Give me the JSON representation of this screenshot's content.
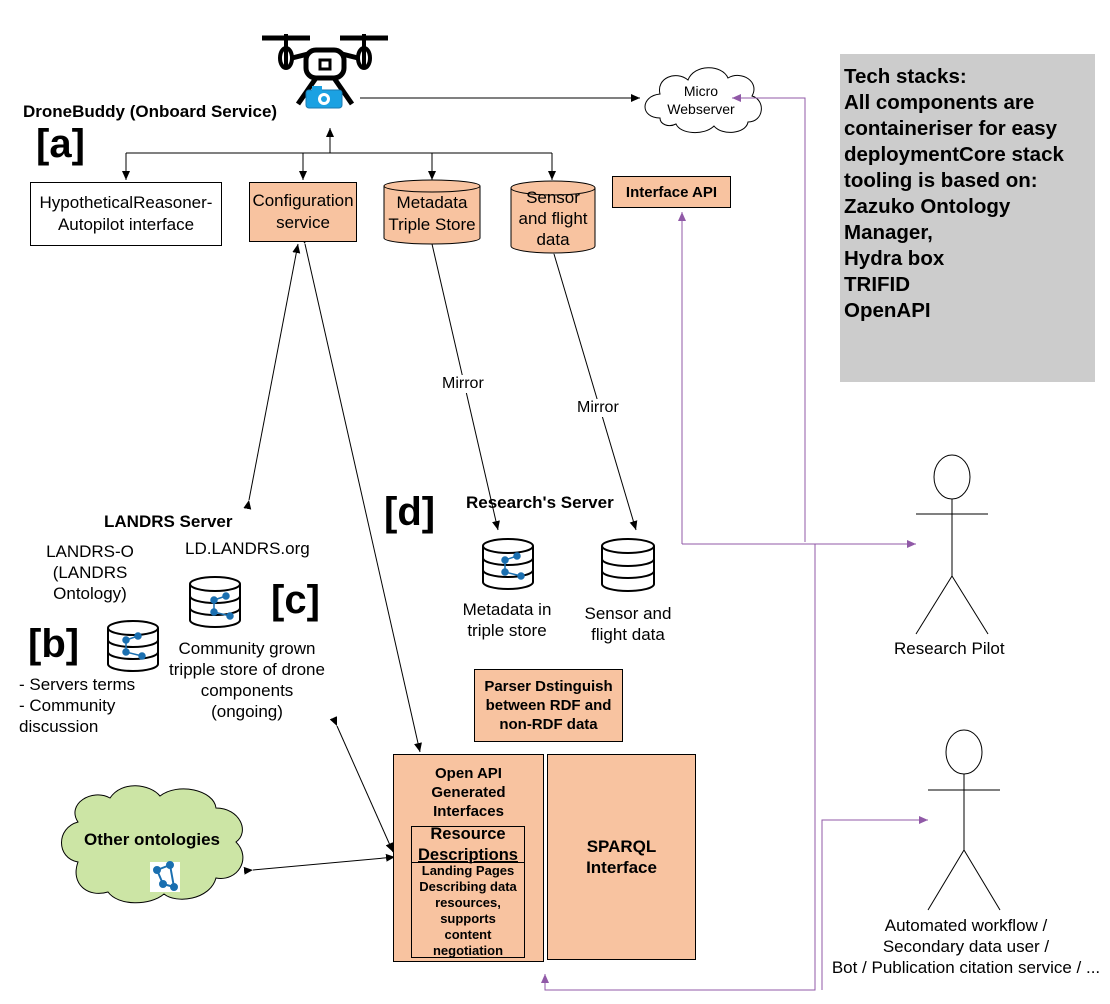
{
  "tech": {
    "lines": [
      "Tech stacks:",
      "All components are",
      "containeriser for easy",
      "deploymentCore stack",
      "tooling is based on:",
      "Zazuko Ontology",
      "Manager,",
      "Hydra box",
      "TRIFID",
      "OpenAPI"
    ]
  },
  "micro_webserver": {
    "lines": [
      "Micro",
      "Webserver"
    ]
  },
  "dronebuddy": {
    "title": "DroneBuddy (Onboard Service)",
    "tag": "[a]",
    "reasoner": [
      "HypotheticalReasoner-",
      "Autopilot interface"
    ],
    "config": [
      "Configuration",
      "service"
    ],
    "metadata_store": [
      "Metadata",
      "Triple Store"
    ],
    "sensor": [
      "Sensor",
      "and flight",
      "data"
    ],
    "interface_api": "Interface API"
  },
  "mirror_left": "Mirror",
  "mirror_right": "Mirror",
  "landrs": {
    "title": "LANDRS Server",
    "ontology": [
      "LANDRS-O",
      "(LANDRS",
      "Ontology)"
    ],
    "tag_b": "[b]",
    "terms": [
      "- Servers terms",
      "- Community",
      "discussion"
    ],
    "ld": "LD.LANDRS.org",
    "tag_c": "[c]",
    "community": [
      "Community grown",
      "tripple store of drone",
      "components",
      "(ongoing)"
    ]
  },
  "research": {
    "tag": "[d]",
    "title": "Research's Server",
    "metadata": [
      "Metadata in",
      "triple store"
    ],
    "sensor": [
      "Sensor and",
      "flight data"
    ],
    "parser": [
      "Parser Dstinguish",
      "between RDF and",
      "non-RDF data"
    ],
    "openapi": [
      "Open API",
      "Generated",
      "Interfaces"
    ],
    "resource": [
      "Resource",
      "Descriptions"
    ],
    "landing": [
      "Landing Pages",
      "Describing data",
      "resources,",
      "supports",
      "content",
      "negotiation"
    ],
    "sparql": [
      "SPARQL",
      "Interface"
    ]
  },
  "other_ontologies": "Other ontologies",
  "actors": {
    "pilot": "Research Pilot",
    "automated": [
      "Automated workflow /",
      "Secondary data user /",
      "Bot / Publication citation service / ..."
    ]
  },
  "colors": {
    "peach": "#f8c3a0",
    "green": "#cce5a5",
    "purple": "#9059a7",
    "gray": "#cccccc"
  }
}
